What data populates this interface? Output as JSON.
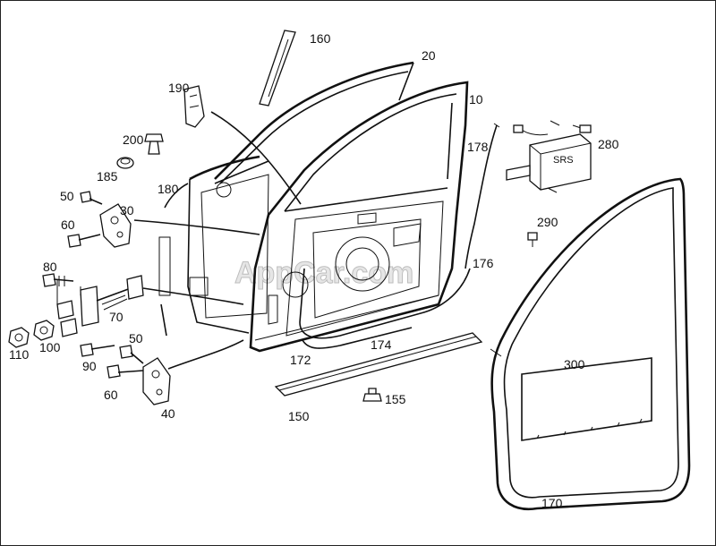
{
  "diagram": {
    "watermark": "AppCar.com",
    "srs_text": "SRS",
    "part_labels": {
      "p10": "10",
      "p20": "20",
      "p30": "30",
      "p40": "40",
      "p50a": "50",
      "p50b": "50",
      "p60a": "60",
      "p60b": "60",
      "p70": "70",
      "p80": "80",
      "p90": "90",
      "p100": "100",
      "p110": "110",
      "p150": "150",
      "p155": "155",
      "p160": "160",
      "p170": "170",
      "p172": "172",
      "p174": "174",
      "p176": "176",
      "p178": "178",
      "p180": "180",
      "p185": "185",
      "p190": "190",
      "p200": "200",
      "p280": "280",
      "p290": "290",
      "p300": "300"
    }
  }
}
